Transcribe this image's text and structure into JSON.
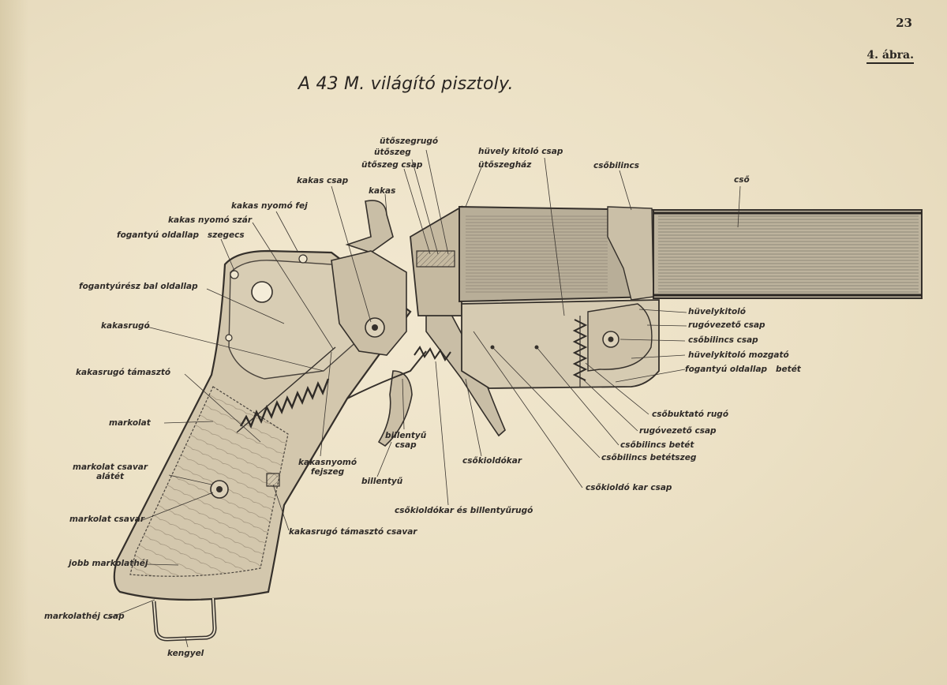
{
  "page_number": "23",
  "figure_label": "4. ábra.",
  "title": "A 43 M. világító pisztoly.",
  "labels": {
    "utoszegrugo": "ütőszegrugó",
    "utoszeg": "ütőszeg",
    "utoszeg_csap": "ütőszeg csap",
    "huvely_kitolo_csap": "hüvely kitoló csap",
    "utoszeghaz": "ütőszegház",
    "csobilincs_top": "csőbilincs",
    "cso": "cső",
    "kakas_csap": "kakas csap",
    "kakas": "kakas",
    "kakas_nyomo_fej": "kakas nyomó fej",
    "kakas_nyomo_szar": "kakas nyomó szár",
    "fogantyu_oldallap_szegecs": "fogantyú oldallap   szegecs",
    "fogantyuresz_bal_oldallap": "fogantyúrész bal oldallap",
    "kakasrugo": "kakasrugó",
    "kakasrugo_tamaszto": "kakasrugó támasztó",
    "markolat": "markolat",
    "markolat_csavar_aletet": "markolat csavar\nalátét",
    "markolat_csavar": "markolat csavar",
    "jobb_markolathej": "jobb markolathéj",
    "markolathej_csap": "markolathéj csap",
    "kengyel": "kengyel",
    "kakasnyomo_fejszeg": "kakasnyomó\nfejszeg",
    "billentyu_csap": "billentyű\ncsap",
    "billentyu": "billentyű",
    "csokioldokar": "csőkioldókar",
    "csokioldokar_es_billentyurugo": "csőkioldókar és billentyűrugó",
    "kakasrugo_tamaszto_csavar": "kakasrugó támasztó csavar",
    "csokioldo_kar_csap": "csőkioldó kar csap",
    "huvelykitolo": "hüvelykitoló",
    "rugovezeto_csap_1": "rugóvezető csap",
    "csobilincs_csap": "csőbilincs csap",
    "huvelykitolo_mozgato": "hüvelykitoló mozgató",
    "fogantyu_oldallap_betet": "fogantyú oldallap   betét",
    "csobuktato_rugo": "csőbuktató rugó",
    "rugovezeto_csap_2": "rugóvezető csap",
    "csobilincs_betet": "csőbilincs betét",
    "csobilincs_betetszeg": "csőbilincs betétszeg"
  }
}
